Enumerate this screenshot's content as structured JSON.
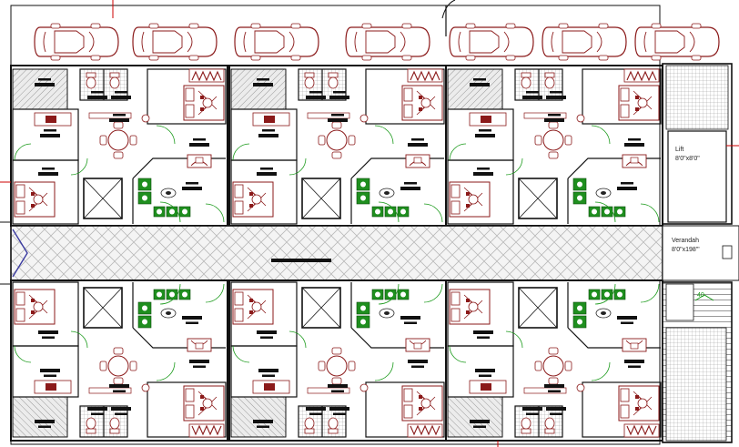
{
  "plan": {
    "lift_label": "Lift",
    "lift_size": "8'0\"x8'0\"",
    "verandah_label": "Verandah",
    "verandah_size": "8'0\"x198'\"",
    "level_mark": "40"
  },
  "colors": {
    "wall": "#111111",
    "furniture": "#8b1a1a",
    "sofa": "#1f8f1f",
    "hatch": "#666666",
    "door": "#1a9a1a",
    "accent_line": "#cc0000"
  },
  "icons": [
    "car-icon",
    "bed-icon",
    "dining-table-icon",
    "sofa-icon",
    "toilet-icon",
    "wash-basin-icon",
    "stair-icon",
    "lift-icon",
    "door-swing-icon"
  ]
}
